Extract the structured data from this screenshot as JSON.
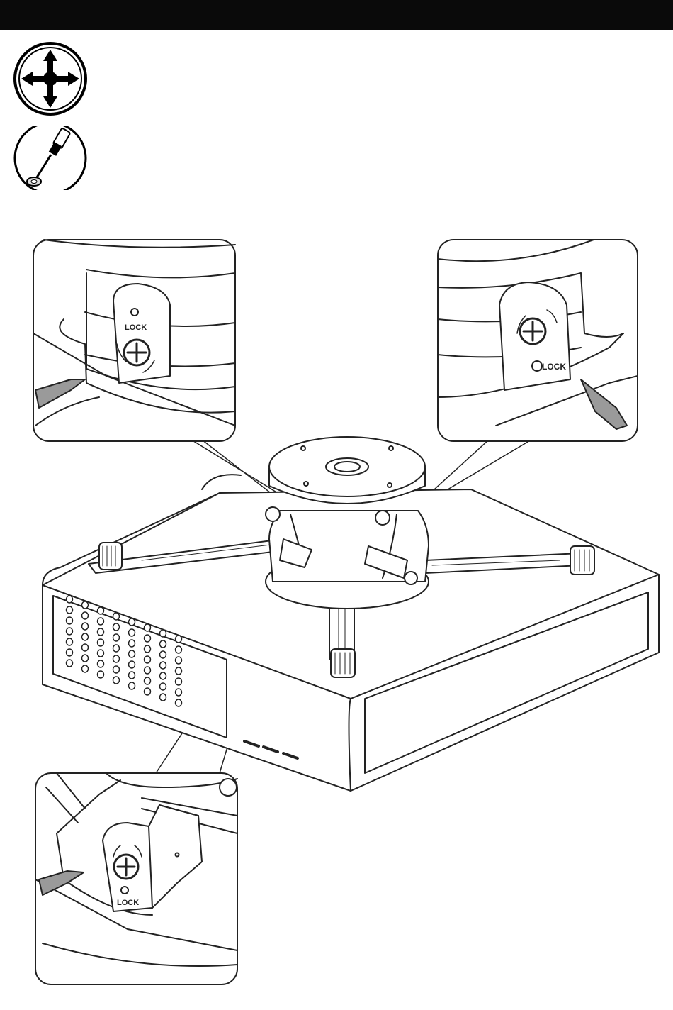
{
  "icons": [
    {
      "name": "move-arrows-icon"
    },
    {
      "name": "screwdriver-icon"
    }
  ],
  "labels": {
    "lock_top_left": "LOCK",
    "lock_top_right": "LOCK",
    "lock_bottom": "LOCK"
  },
  "colors": {
    "header_bar": "#0a0a0a",
    "line_art": "#222222",
    "screwdriver_grey": "#9a9a9a"
  }
}
